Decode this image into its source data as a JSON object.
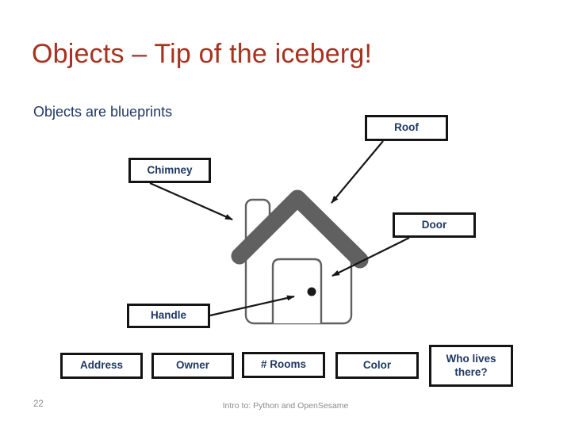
{
  "slide": {
    "title": "Objects – Tip of the iceberg!",
    "subtitle": "Objects are blueprints",
    "page_number": "22",
    "footer": "Intro to: Python and OpenSesame"
  },
  "labels": {
    "roof": "Roof",
    "chimney": "Chimney",
    "door": "Door",
    "handle": "Handle",
    "address": "Address",
    "owner": "Owner",
    "rooms": "# Rooms",
    "color": "Color",
    "who_lives": "Who lives there?"
  },
  "colors": {
    "background": "#FFFFFF",
    "title_text": "#A63220",
    "subtitle_text": "#1F3864",
    "label_text": "#1F3864",
    "box_border": "#141414",
    "arrow": "#161616",
    "house_outline": "#606060",
    "door_handle": "#1A1A1A",
    "footer_text": "#8C8C8C"
  }
}
